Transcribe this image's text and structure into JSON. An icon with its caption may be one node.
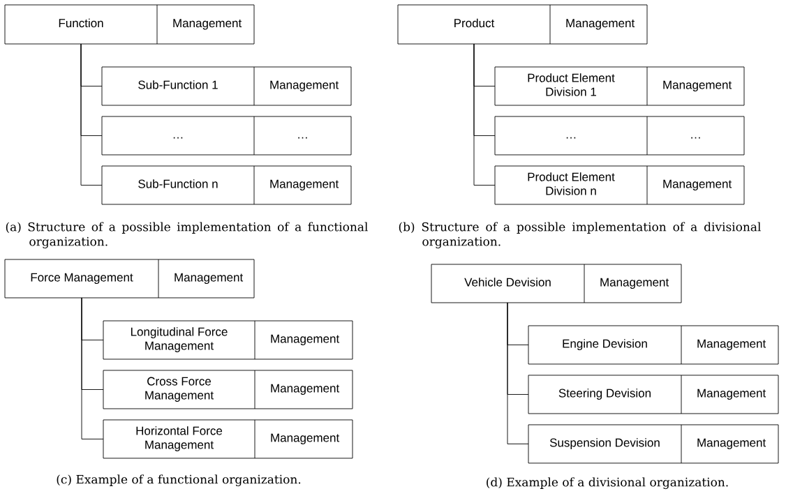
{
  "diagram": {
    "nodes": [
      {
        "text": [
          "Function",
          "Management"
        ]
      },
      {
        "text": [
          "Sub-Function 1",
          "Management"
        ]
      },
      {
        "text": [
          "…",
          "…"
        ]
      },
      {
        "text": [
          "Sub-Function n",
          "Management"
        ]
      },
      {
        "text": [
          "Product",
          "Management"
        ]
      },
      {
        "text": [
          "Product Element Division 1",
          "Management"
        ]
      },
      {
        "text": [
          "…",
          "…"
        ]
      },
      {
        "text": [
          "Product Element Division n",
          "Management"
        ]
      },
      {
        "text": [
          "Force Management",
          "Management"
        ]
      },
      {
        "text": [
          "Longitudinal Force Management",
          "Management"
        ]
      },
      {
        "text": [
          "Cross Force Management",
          "Management"
        ]
      },
      {
        "text": [
          "Horizontal Force Management",
          "Management"
        ]
      },
      {
        "text": [
          "Vehicle Devision",
          "Management"
        ]
      },
      {
        "text": [
          "Engine Devision",
          "Management"
        ]
      },
      {
        "text": [
          "Steering Devision",
          "Management"
        ]
      },
      {
        "text": [
          "Suspension Devision",
          "Management"
        ]
      }
    ],
    "edges": [
      {
        "from": 0,
        "to": 1,
        "arrow": "none"
      },
      {
        "from": 0,
        "to": 2,
        "arrow": "none"
      },
      {
        "from": 0,
        "to": 3,
        "arrow": "none"
      },
      {
        "from": 4,
        "to": 5,
        "arrow": "none"
      },
      {
        "from": 4,
        "to": 6,
        "arrow": "none"
      },
      {
        "from": 4,
        "to": 7,
        "arrow": "none"
      },
      {
        "from": 8,
        "to": 9,
        "arrow": "none"
      },
      {
        "from": 8,
        "to": 10,
        "arrow": "none"
      },
      {
        "from": 8,
        "to": 11,
        "arrow": "none"
      },
      {
        "from": 12,
        "to": 13,
        "arrow": "none"
      },
      {
        "from": 12,
        "to": 14,
        "arrow": "none"
      },
      {
        "from": 12,
        "to": 15,
        "arrow": "none"
      }
    ],
    "labels": [
      "(a) Structure of a possible implementation of a functional organization.",
      "(b) Structure of a possible implementation of a divisional organization.",
      "(c) Example of a functional organization.",
      "(d) Example of a divisional organization."
    ]
  }
}
